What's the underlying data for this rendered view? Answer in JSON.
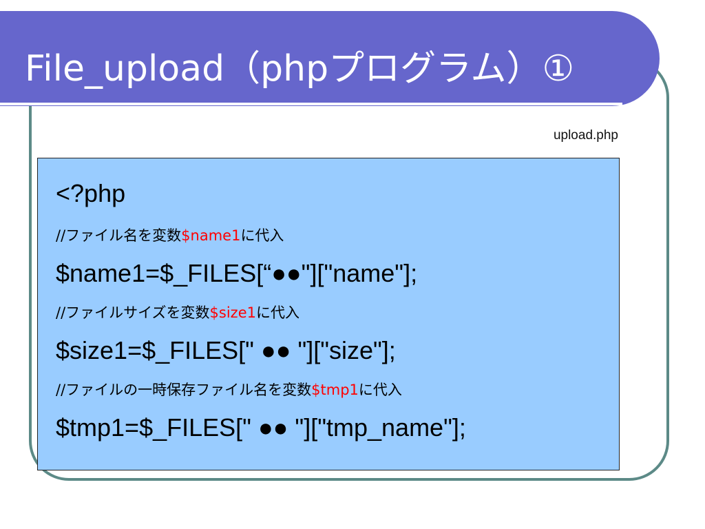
{
  "slide": {
    "title": "File_upload（phpプログラム）①",
    "file_label": "upload.php"
  },
  "code": {
    "open_tag": "<?php",
    "comment1_pre": "//ファイル名を変数",
    "comment1_var": "$name1",
    "comment1_post": "に代入",
    "line_name": "$name1=$_FILES[“●●\"][\"name\"];",
    "comment2_pre": "//ファイルサイズを変数",
    "comment2_var": "$size1",
    "comment2_post": "に代入",
    "line_size": "$size1=$_FILES[\" ●● \"][\"size\"];",
    "comment3_pre": "//ファイルの一時保存ファイル名を変数",
    "comment3_var": "$tmp1",
    "comment3_post": "に代入",
    "line_tmp": "$tmp1=$_FILES[\" ●● \"][\"tmp_name\"];"
  },
  "colors": {
    "title_bar": "#6666cc",
    "frame": "#5c8a87",
    "code_bg": "#99ccff",
    "highlight": "#ff0000"
  }
}
